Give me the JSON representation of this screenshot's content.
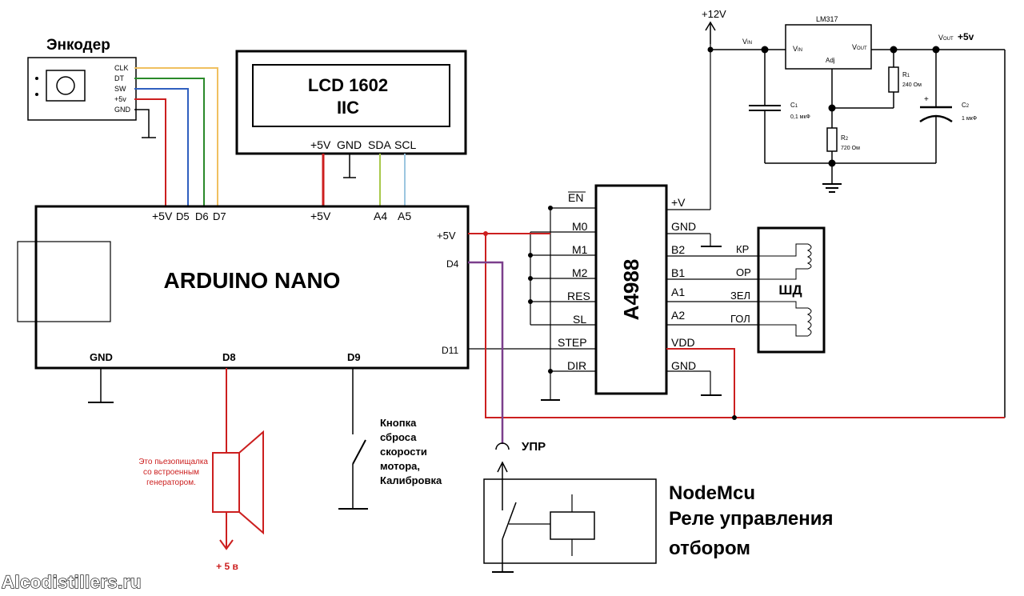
{
  "colors": {
    "red": "#cc1f1f",
    "orange": "#f0c060",
    "green": "#2a8a2a",
    "blue": "#2f5fbf",
    "purple": "#7b3f8c",
    "lightgreen": "#a8c84a",
    "lightblue": "#9cc6e0",
    "black": "#000000"
  },
  "encoder": {
    "title": "Энкодер",
    "pins": [
      "CLK",
      "DT",
      "SW",
      "+5v",
      "GND"
    ]
  },
  "lcd": {
    "line1": "LCD 1602",
    "line2": "IIC",
    "pins": [
      "+5V",
      "GND",
      "SDA",
      "SCL"
    ]
  },
  "arduino": {
    "title": "ARDUINO NANO",
    "top_pins": [
      "+5V",
      "D5",
      "D6",
      "D7",
      "+5V",
      "A4",
      "A5"
    ],
    "right_pins": [
      "+5V",
      "D4",
      "D11"
    ],
    "bottom_pins": [
      "GND",
      "D8",
      "D9"
    ]
  },
  "a4988": {
    "title": "A4988",
    "left_pins": [
      "EN",
      "M0",
      "M1",
      "M2",
      "RES",
      "SL",
      "STEP",
      "DIR"
    ],
    "right_pins": [
      "+V",
      "GND",
      "B2",
      "B1",
      "A1",
      "A2",
      "VDD",
      "GND"
    ]
  },
  "motor": {
    "title": "ШД",
    "wires": [
      "КР",
      "ОР",
      "ЗЕЛ",
      "ГОЛ"
    ]
  },
  "regulator": {
    "supply": "+12V",
    "chip": "LM317",
    "vin": "V",
    "vin_sub": "IN",
    "vout": "V",
    "vout_sub": "OUT",
    "chip_vin": "V",
    "chip_vin_sub": "IN",
    "chip_vout": "V",
    "chip_vout_sub": "OUT",
    "adj": "Adj",
    "out_label": "+5v",
    "c1_name": "C",
    "c1_sub": "1",
    "c1_value": "0,1 мкФ",
    "c2_name": "C",
    "c2_sub": "2",
    "c2_value": "1 мкФ",
    "c2_plus": "+",
    "r1_name": "R",
    "r1_sub": "1",
    "r1_value": "240 Ом",
    "r2_name": "R",
    "r2_sub": "2",
    "r2_value": "720 Ом"
  },
  "buzzer": {
    "note": [
      "Это пьезопищалка",
      "со встроенным",
      "генератором."
    ],
    "supply": "+ 5 в"
  },
  "button": {
    "note": [
      "Кнопка",
      "сброса",
      "скорости",
      "мотора,",
      "Калибровка"
    ]
  },
  "relay": {
    "connector": "УПР",
    "title_line1": "NodeMcu",
    "title_line2": "Реле управления",
    "title_line3": "отбором"
  },
  "watermark": "Alcodistillers.ru"
}
